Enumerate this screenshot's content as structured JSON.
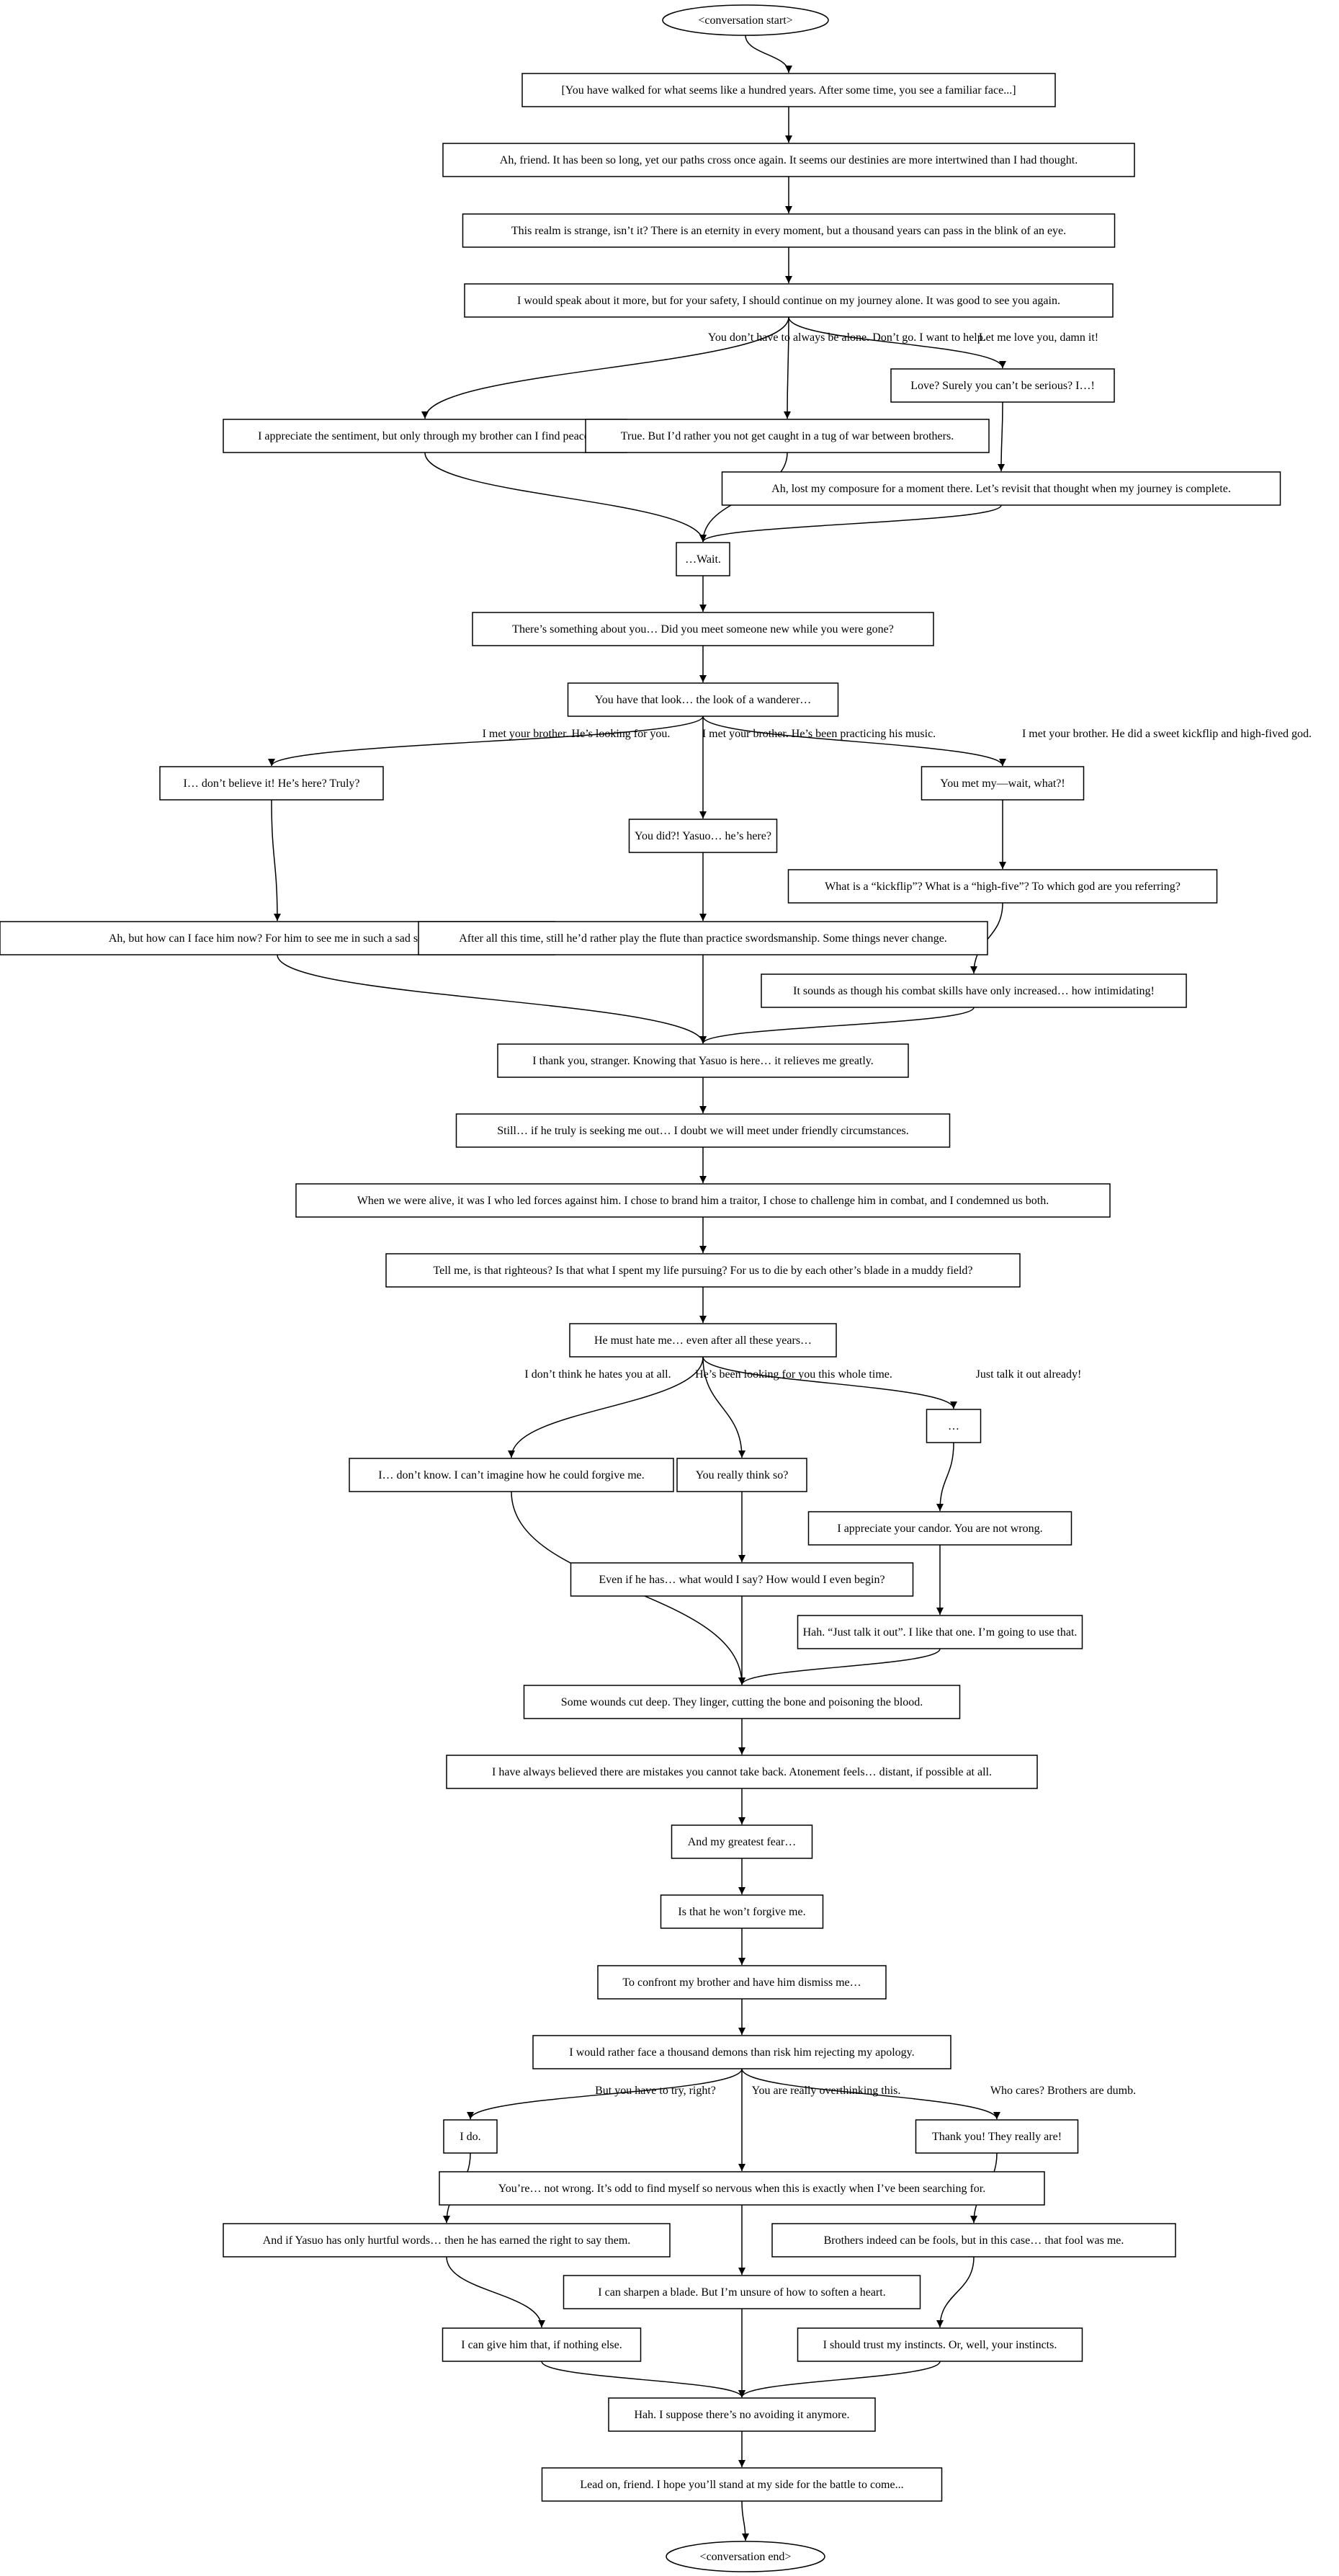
{
  "diagram": {
    "type": "flowchart",
    "nodes": [
      {
        "id": "start",
        "shape": "ellipse",
        "label": "<conversation start>"
      },
      {
        "id": "n1",
        "label": "[You have walked for what seems like a hundred years. After some time, you see a familiar face...]"
      },
      {
        "id": "n2",
        "label": "Ah, friend. It has been so long, yet our paths cross once again. It seems our destinies are more intertwined than I had thought."
      },
      {
        "id": "n3",
        "label": "This realm is strange, isn’t it? There is an eternity in every moment, but a thousand years can pass in the blink of an eye."
      },
      {
        "id": "n4",
        "label": "I would speak about it more, but for your safety, I should continue on my journey alone. It was good to see you again."
      },
      {
        "id": "n5a",
        "label": "I appreciate the sentiment, but only through my brother can I find peace."
      },
      {
        "id": "n5b",
        "label": "True. But I’d rather you not get caught in a tug of war between brothers."
      },
      {
        "id": "n5c",
        "label": "Love? Surely you can’t be serious? I…!"
      },
      {
        "id": "n5c2",
        "label": "Ah, lost my composure for a moment there. Let’s revisit that thought when my journey is complete."
      },
      {
        "id": "n6",
        "label": "…Wait."
      },
      {
        "id": "n7",
        "label": "There’s something about you… Did you meet someone new while you were gone?"
      },
      {
        "id": "n8",
        "label": "You have that look… the look of a wanderer…"
      },
      {
        "id": "n9a",
        "label": "I… don’t believe it! He’s here? Truly?"
      },
      {
        "id": "n9a2",
        "label": "Ah, but how can I face him now? For him to see me in such a sad state…"
      },
      {
        "id": "n9b",
        "label": "You did?! Yasuo… he’s here?"
      },
      {
        "id": "n9b2",
        "label": "After all this time, still he’d rather play the flute than practice swordsmanship. Some things never change."
      },
      {
        "id": "n9c",
        "label": "You met my—wait, what?!"
      },
      {
        "id": "n9c2",
        "label": "What is a “kickflip”? What is a “high-five”? To which god are you referring?"
      },
      {
        "id": "n9c3",
        "label": "It sounds as though his combat skills have only increased… how intimidating!"
      },
      {
        "id": "n10",
        "label": "I thank you, stranger. Knowing that Yasuo is here… it relieves me greatly."
      },
      {
        "id": "n11",
        "label": "Still… if he truly is seeking me out… I doubt we will meet under friendly circumstances."
      },
      {
        "id": "n12",
        "label": "When we were alive, it was I who led forces against him. I chose to brand him a traitor, I chose to challenge him in combat, and I condemned us both."
      },
      {
        "id": "n13",
        "label": "Tell me, is that righteous? Is that what I spent my life pursuing? For us to die by each other’s blade in a muddy field?"
      },
      {
        "id": "n14",
        "label": "He must hate me… even after all these years…"
      },
      {
        "id": "n15a",
        "label": "I… don’t know. I can’t imagine how he could forgive me."
      },
      {
        "id": "n15b",
        "label": "You really think so?"
      },
      {
        "id": "n15b2",
        "label": "Even if he has… what would I say? How would I even begin?"
      },
      {
        "id": "n15c",
        "label": "…"
      },
      {
        "id": "n15c2",
        "label": "I appreciate your candor. You are not wrong."
      },
      {
        "id": "n15c3",
        "label": "Hah. “Just talk it out”. I like that one. I’m going to use that."
      },
      {
        "id": "n16",
        "label": "Some wounds cut deep. They linger, cutting the bone and poisoning the blood."
      },
      {
        "id": "n17",
        "label": "I have always believed there are mistakes you cannot take back. Atonement feels… distant, if possible at all."
      },
      {
        "id": "n18",
        "label": "And my greatest fear…"
      },
      {
        "id": "n19",
        "label": "Is that he won’t forgive me."
      },
      {
        "id": "n20",
        "label": "To confront my brother and have him dismiss me…"
      },
      {
        "id": "n21",
        "label": "I would rather face a thousand demons than risk him rejecting my apology."
      },
      {
        "id": "n22a",
        "label": "I do."
      },
      {
        "id": "n22b",
        "label": "You’re… not wrong. It’s odd to find myself so nervous when this is exactly when I’ve been searching for."
      },
      {
        "id": "n22c",
        "label": "Thank you! They really are!"
      },
      {
        "id": "n23a",
        "label": "And if Yasuo has only hurtful words… then he has earned the right to say them."
      },
      {
        "id": "n23c",
        "label": "Brothers indeed can be fools, but in this case… that fool was me."
      },
      {
        "id": "n24b",
        "label": "I can sharpen a blade. But I’m unsure of how to soften a heart."
      },
      {
        "id": "n25a",
        "label": "I can give him that, if nothing else."
      },
      {
        "id": "n25c",
        "label": "I should trust my instincts. Or, well, your instincts."
      },
      {
        "id": "n26",
        "label": "Hah. I suppose there’s no avoiding it anymore."
      },
      {
        "id": "n27",
        "label": "Lead on, friend. I hope you’ll stand at my side for the battle to come..."
      },
      {
        "id": "end",
        "shape": "ellipse",
        "label": "<conversation end>"
      }
    ],
    "edge_labels": {
      "e4a": "Don’t go. I want to help.",
      "e4b": "You don’t have to always be alone.",
      "e4c": "Let me love you, damn it!",
      "e8a": "I met your brother. He’s looking for you.",
      "e8b": "I met your brother. He’s been practicing his music.",
      "e8c": "I met your brother. He did a sweet kickflip and high-fived god.",
      "e14a": "I don’t think he hates you at all.",
      "e14b": "He’s been looking for you this whole time.",
      "e14c": "Just talk it out already!",
      "e21a": "But you have to try, right?",
      "e21b": "You are really overthinking this.",
      "e21c": "Who cares? Brothers are dumb."
    }
  }
}
